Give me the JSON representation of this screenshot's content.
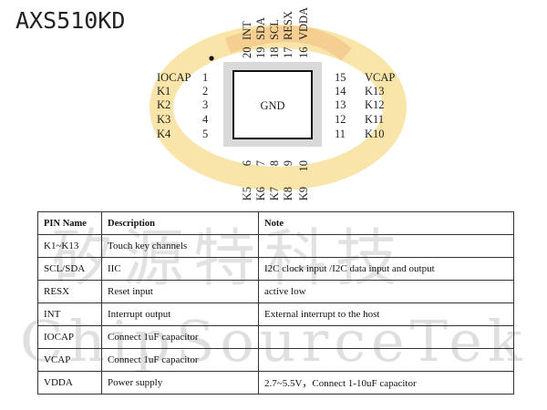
{
  "title": "AXS510KD",
  "chip": {
    "center_label": "GND",
    "pins_left": [
      {
        "num": "1",
        "name": "IOCAP"
      },
      {
        "num": "2",
        "name": "K1"
      },
      {
        "num": "3",
        "name": "K2"
      },
      {
        "num": "4",
        "name": "K3"
      },
      {
        "num": "5",
        "name": "K4"
      }
    ],
    "pins_right": [
      {
        "num": "15",
        "name": "VCAP"
      },
      {
        "num": "14",
        "name": "K13"
      },
      {
        "num": "13",
        "name": "K12"
      },
      {
        "num": "12",
        "name": "K11"
      },
      {
        "num": "11",
        "name": "K10"
      }
    ],
    "pins_top": [
      {
        "num": "20",
        "name": "INT"
      },
      {
        "num": "19",
        "name": "SDA"
      },
      {
        "num": "18",
        "name": "SCL"
      },
      {
        "num": "17",
        "name": "RESX"
      },
      {
        "num": "16",
        "name": "VDDA"
      }
    ],
    "pins_bottom": [
      {
        "num": "6",
        "name": "K5"
      },
      {
        "num": "7",
        "name": "K6"
      },
      {
        "num": "8",
        "name": "K7"
      },
      {
        "num": "9",
        "name": "K8"
      },
      {
        "num": "10",
        "name": "K9"
      }
    ]
  },
  "table": {
    "headers": [
      "PIN Name",
      "Description",
      "Note"
    ],
    "rows": [
      [
        "K1~K13",
        "Touch key channels",
        ""
      ],
      [
        "SCL/SDA",
        "IIC",
        "I2C clock input /I2C data input and output"
      ],
      [
        "RESX",
        "Reset input",
        "active low"
      ],
      [
        "INT",
        "Interrupt output",
        "External interrupt to the host"
      ],
      [
        "IOCAP",
        "Connect 1uF capacitor",
        ""
      ],
      [
        "VCAP",
        "Connect 1uF capacitor",
        ""
      ],
      [
        "VDDA",
        "Power supply",
        "2.7~5.5V，Connect 1-10uF capacitor"
      ]
    ]
  },
  "watermark": {
    "cn": "矽源特科技",
    "en": "ChipSourceTek"
  },
  "colors": {
    "logo_yellow": "#f7dc8c",
    "logo_orange": "#f4c487",
    "chip_gray": "#d9d9d9"
  }
}
